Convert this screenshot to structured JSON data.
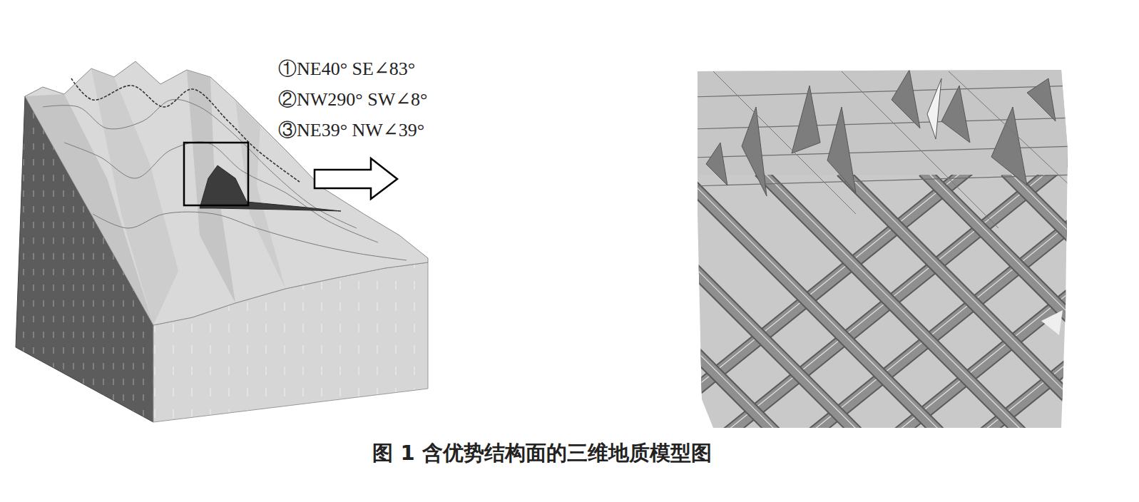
{
  "diagram": {
    "caption": "图 1 含优势结构面的三维地质模型图",
    "labels": [
      "①NE40° SE∠83°",
      "②NW290° SW∠8°",
      "③NE39° NW∠39°"
    ]
  }
}
